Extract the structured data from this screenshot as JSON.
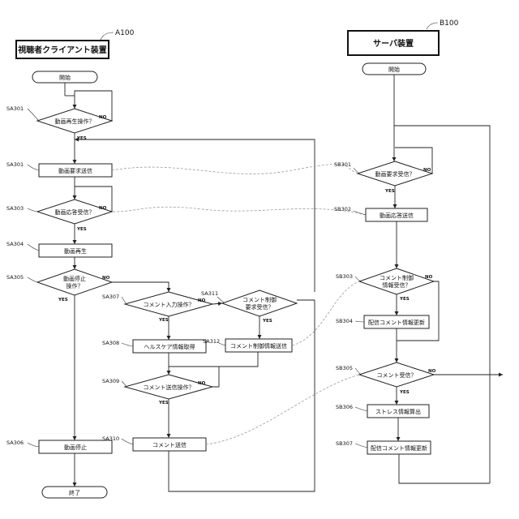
{
  "client": {
    "ref": "A100",
    "header": "視聴者クライアント装置",
    "start": "開始",
    "end": "終了",
    "steps": {
      "SA301": {
        "id": "SA301",
        "label": "動画再生操作？"
      },
      "SA302": {
        "id": "SA301",
        "label": "動画要求送信"
      },
      "SA303": {
        "id": "SA303",
        "label": "動画応答受信？"
      },
      "SA304": {
        "id": "SA304",
        "label": "動画再生"
      },
      "SA305": {
        "id": "SA305",
        "label": "動画停止\n操作？"
      },
      "SA306": {
        "id": "SA306",
        "label": "動画停止"
      },
      "SA307": {
        "id": "SA307",
        "label": "コメント入力操作？"
      },
      "SA308": {
        "id": "SA308",
        "label": "ヘルスケア情報取得"
      },
      "SA309": {
        "id": "SA309",
        "label": "コメント送信操作？"
      },
      "SA310": {
        "id": "SA310",
        "label": "コメント送信"
      },
      "SA311": {
        "id": "SA311",
        "label": "コメント制御\n要求受信？"
      },
      "SA312": {
        "id": "SA312",
        "label": "コメント制御情報送信"
      }
    }
  },
  "server": {
    "ref": "B100",
    "header": "サーバ装置",
    "start": "開始",
    "steps": {
      "SB301": {
        "id": "SB301",
        "label": "動画要求受信？"
      },
      "SB302": {
        "id": "SB302",
        "label": "動画応答送信"
      },
      "SB303": {
        "id": "SB303",
        "label": "コメント制御\n情報受信？"
      },
      "SB304": {
        "id": "SB304",
        "label": "配信コメント情報更新"
      },
      "SB305": {
        "id": "SB305",
        "label": "コメント受信？"
      },
      "SB306": {
        "id": "SB306",
        "label": "ストレス情報算出"
      },
      "SB307": {
        "id": "SB307",
        "label": "配信コメント情報更新"
      }
    }
  },
  "branch_labels": {
    "yes": "YES",
    "no": "NO"
  }
}
